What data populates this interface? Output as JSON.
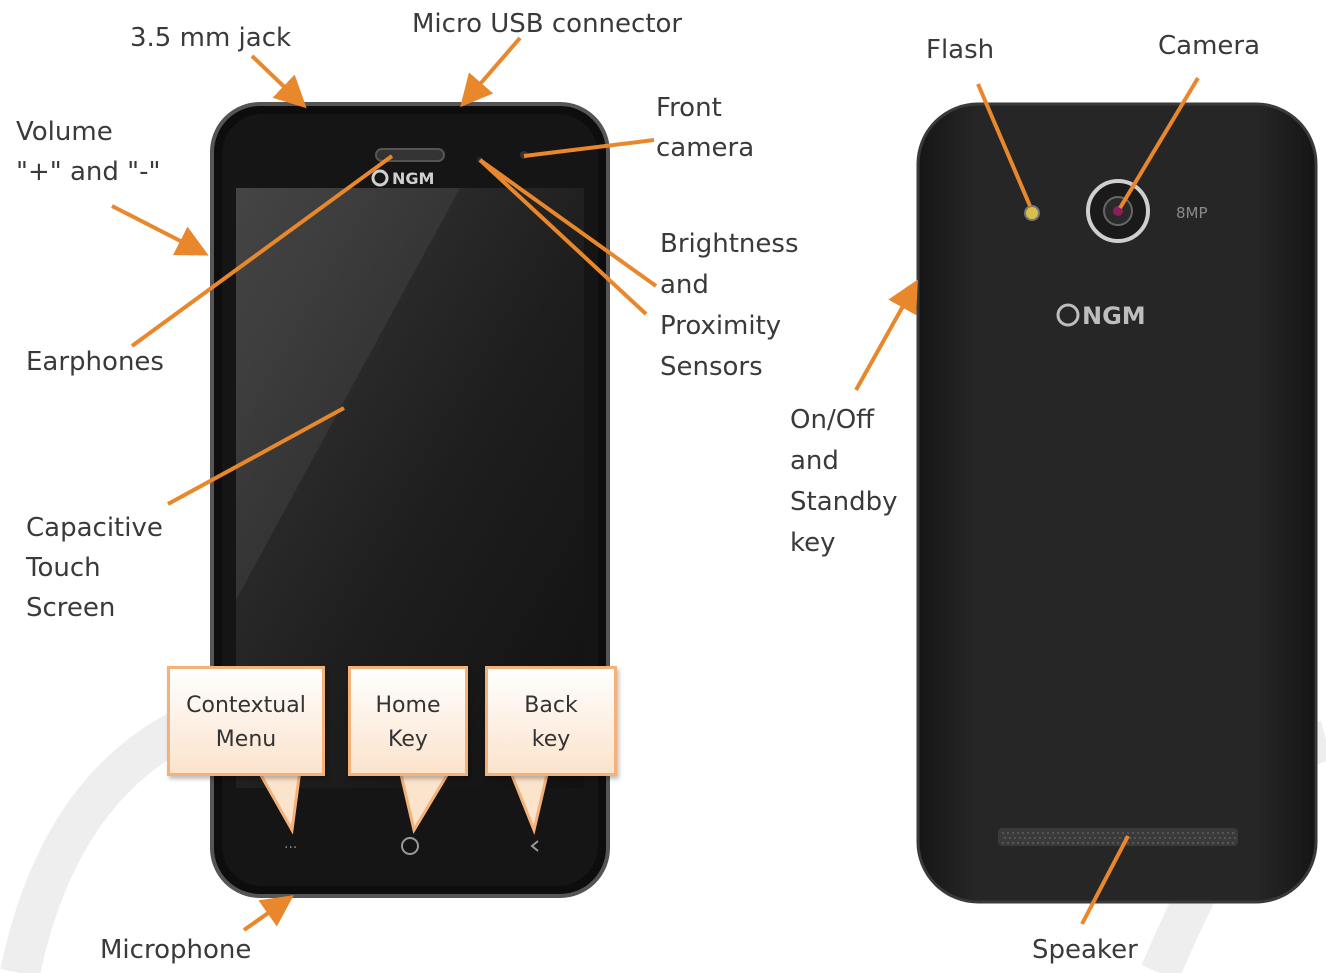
{
  "front": {
    "logo": "NGM",
    "labels": {
      "jack": "3.5 mm jack",
      "usb": "Micro USB connector",
      "volume": [
        "Volume",
        "\"+\" and \"-\""
      ],
      "front_camera": [
        "Front",
        "camera"
      ],
      "sensors": [
        "Brightness",
        "and",
        "Proximity",
        "Sensors"
      ],
      "earphones": "Earphones",
      "touch_screen": [
        "Capacitive",
        "Touch",
        "Screen"
      ],
      "microphone": "Microphone"
    },
    "keys": {
      "contextual_menu": [
        "Contextual",
        "Menu"
      ],
      "home": [
        "Home",
        "Key"
      ],
      "back": [
        "Back",
        "key"
      ]
    }
  },
  "back": {
    "logo": "NGM",
    "camera_badge": "8MP",
    "labels": {
      "flash": "Flash",
      "camera": "Camera",
      "power": [
        "On/Off",
        "and",
        "Standby",
        "key"
      ],
      "speaker": "Speaker"
    }
  },
  "colors": {
    "accent": "#e8872b",
    "phone_body": "#1c1c1c",
    "callout_border": "#f4b27a"
  }
}
